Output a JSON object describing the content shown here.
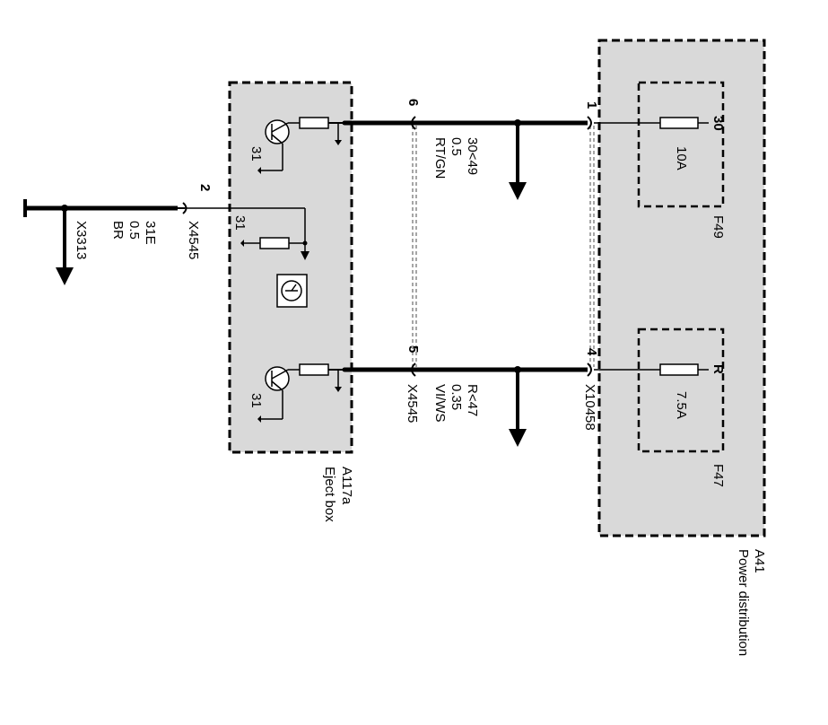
{
  "components": {
    "eject_box": {
      "ref": "A117a",
      "name": "Eject box"
    },
    "power_distribution": {
      "ref": "A41",
      "name": "Power distribution"
    },
    "fuse_f49": {
      "ref": "F49",
      "terminal": "30",
      "rating": "10A"
    },
    "fuse_f47": {
      "ref": "F47",
      "terminal": "R",
      "rating": "7.5A"
    }
  },
  "connectors": {
    "x4545_pin2": {
      "pin": "2",
      "name": "X4545"
    },
    "x4545_pins": {
      "top_pin": "6",
      "bottom_pin": "5",
      "name": "X4545"
    },
    "x10458": {
      "top_pin": "1",
      "bottom_pin": "4",
      "name": "X10458"
    },
    "x3313": {
      "name": "X3313"
    }
  },
  "wires": {
    "ground": {
      "signal": "31E",
      "size": "0.5",
      "color": "BR"
    },
    "top": {
      "signal": "30<49",
      "size": "0.5",
      "color": "RT/GN"
    },
    "bottom": {
      "signal": "R<47",
      "size": "0.35",
      "color": "VI/WS"
    }
  },
  "ground_labels": {
    "top": "31",
    "middle": "31",
    "bottom": "31"
  }
}
